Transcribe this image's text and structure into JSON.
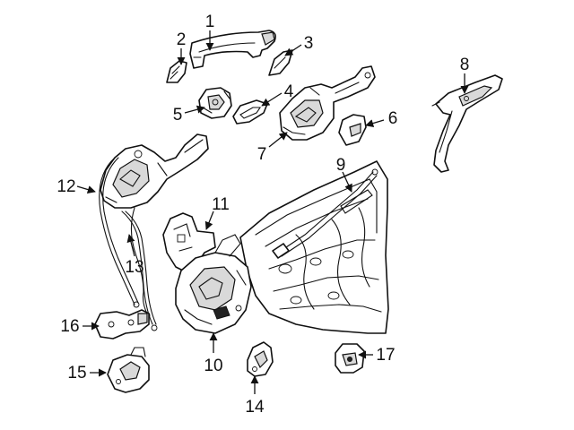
{
  "callouts": [
    {
      "id": "1",
      "label": "1"
    },
    {
      "id": "2",
      "label": "2"
    },
    {
      "id": "3",
      "label": "3"
    },
    {
      "id": "4",
      "label": "4"
    },
    {
      "id": "5",
      "label": "5"
    },
    {
      "id": "6",
      "label": "6"
    },
    {
      "id": "7",
      "label": "7"
    },
    {
      "id": "8",
      "label": "8"
    },
    {
      "id": "9",
      "label": "9"
    },
    {
      "id": "10",
      "label": "10"
    },
    {
      "id": "11",
      "label": "11"
    },
    {
      "id": "12",
      "label": "12"
    },
    {
      "id": "13",
      "label": "13"
    },
    {
      "id": "14",
      "label": "14"
    },
    {
      "id": "15",
      "label": "15"
    },
    {
      "id": "16",
      "label": "16"
    },
    {
      "id": "17",
      "label": "17"
    }
  ],
  "colors": {
    "line": "#111111",
    "background": "#ffffff",
    "shade": "#d9d9d9"
  }
}
